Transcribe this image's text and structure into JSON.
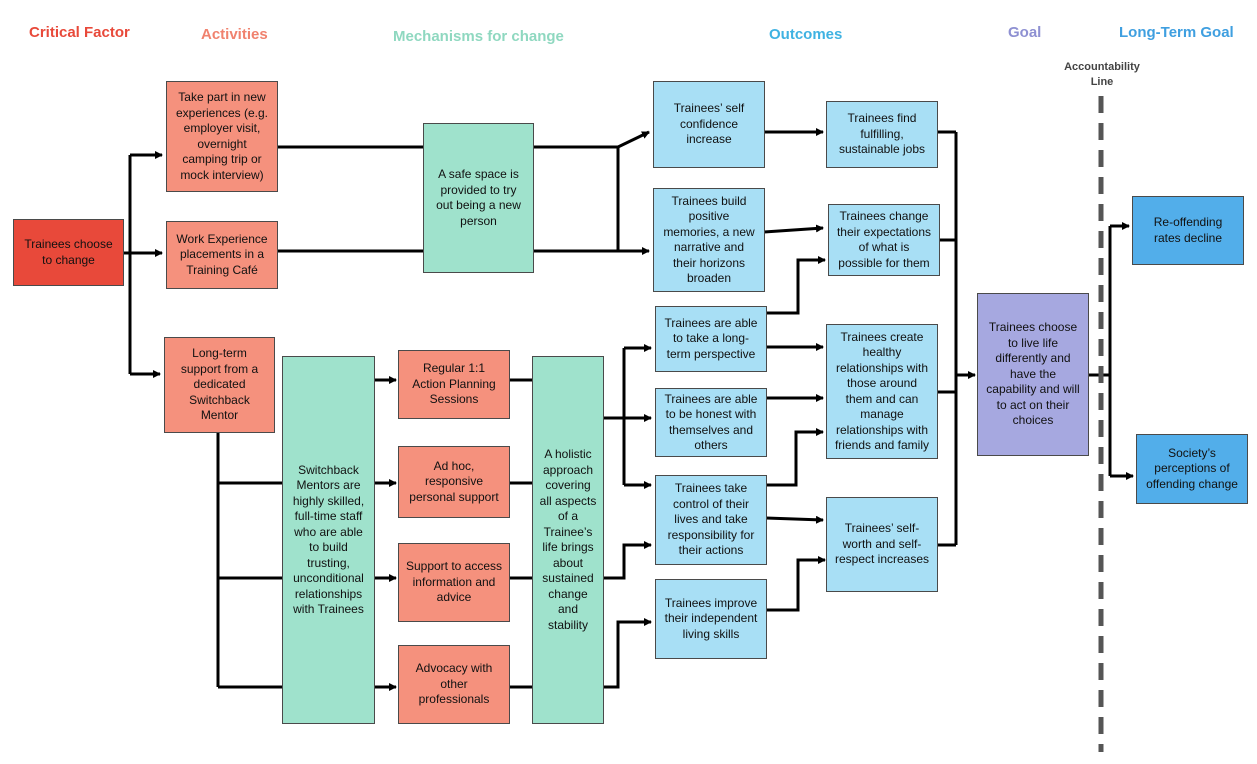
{
  "headers": {
    "critical_factor": "Critical Factor",
    "activities": "Activities",
    "mechanisms": "Mechanisms for change",
    "outcomes": "Outcomes",
    "goal": "Goal",
    "long_term_goal": "Long-Term Goal"
  },
  "accountability_line": "Accountability\nLine",
  "colors": {
    "critical": "#e8493a",
    "activity": "#f5917d",
    "mechanism": "#9fe2cc",
    "outcome": "#a8dff5",
    "goal": "#a6a8e0",
    "long_term": "#52aeea"
  },
  "nodes": {
    "trainees_choose": "Trainees choose\nto change",
    "new_experiences": "Take part in new\nexperiences (e.g.\nemployer visit,\novernight\ncamping trip or\nmock interview)",
    "work_experience": "Work Experience\nplacements in a\nTraining Café",
    "long_term_support": "Long-term\nsupport from a\ndedicated\nSwitchback\nMentor",
    "safe_space": "A safe space is\nprovided to try\nout being a new\nperson",
    "mentors_skilled": "Switchback\nMentors are\nhighly skilled,\nfull-time staff\nwho are able\nto build\ntrusting,\nunconditional\nrelationships\nwith Trainees",
    "action_planning": "Regular 1:1\nAction Planning\nSessions",
    "ad_hoc": "Ad hoc,\nresponsive\npersonal support",
    "support_access": "Support to access\ninformation and\nadvice",
    "advocacy": "Advocacy with\nother\nprofessionals",
    "holistic": "A holistic\napproach\ncovering\nall aspects\nof a\nTrainee’s\nlife brings\nabout\nsustained\nchange\nand\nstability",
    "self_confidence": "Trainees’ self\nconfidence\nincrease",
    "positive_memories": "Trainees build\npositive\nmemories, a new\nnarrative and\ntheir horizons\nbroaden",
    "long_term_perspective": "Trainees are able\nto take a long-\nterm perspective",
    "honest": "Trainees are able\nto be honest with\nthemselves and\nothers",
    "take_control": "Trainees take\ncontrol of their\nlives and take\nresponsibility for\ntheir actions",
    "living_skills": "Trainees improve\ntheir independent\nliving skills",
    "fulfilling_jobs": "Trainees find\nfulfilling,\nsustainable jobs",
    "change_expectations": "Trainees change\ntheir expectations\nof what is\npossible for them",
    "healthy_relationships": "Trainees create\nhealthy\nrelationships with\nthose around\nthem and can\nmanage\nrelationships with\nfriends and family",
    "self_worth": "Trainees’ self-\nworth and self-\nrespect increases",
    "live_differently": "Trainees choose\nto live life\ndifferently and\nhave the\ncapability and will\nto act on their\nchoices",
    "reoffending": "Re-offending\nrates decline",
    "perceptions": "Society’s\nperceptions of\noffending change"
  }
}
